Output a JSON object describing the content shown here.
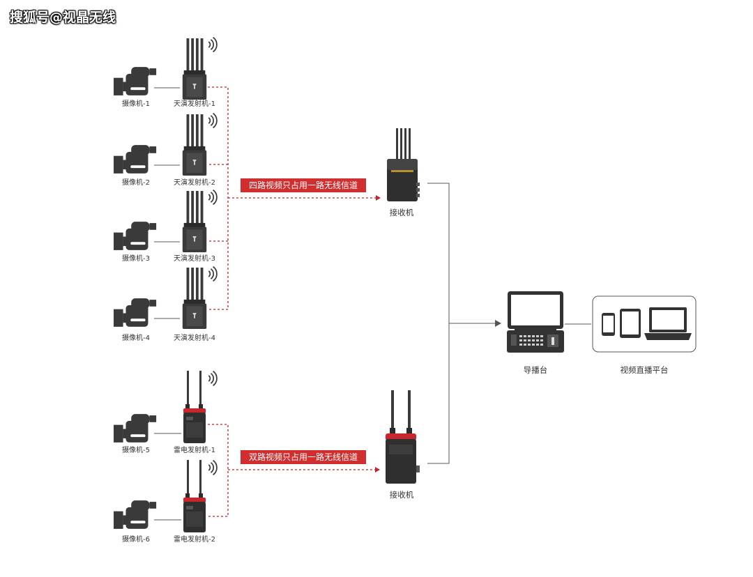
{
  "watermark": "搜狐号@视晶无线",
  "colors": {
    "device": "#3a3a3a",
    "device_dark": "#2b2b2b",
    "accent_red": "#c8282d",
    "banner_red": "#d12f2f",
    "connector": "#555555",
    "dashed": "#c0262b"
  },
  "group_a": {
    "cameras": [
      "摄像机-1",
      "摄像机-2",
      "摄像机-3",
      "摄像机-4"
    ],
    "transmitters": [
      "天演发射机-1",
      "天演发射机-2",
      "天演发射机-3",
      "天演发射机-4"
    ],
    "banner": "四路视频只占用一路无线信道",
    "receiver": "接收机"
  },
  "group_b": {
    "cameras": [
      "摄像机-5",
      "摄像机-6"
    ],
    "transmitters": [
      "雷电发射机-1",
      "雷电发射机-2"
    ],
    "banner": "双路视频只占用一路无线信道",
    "receiver": "接收机"
  },
  "switcher": "导播台",
  "platform": "视频直播平台"
}
